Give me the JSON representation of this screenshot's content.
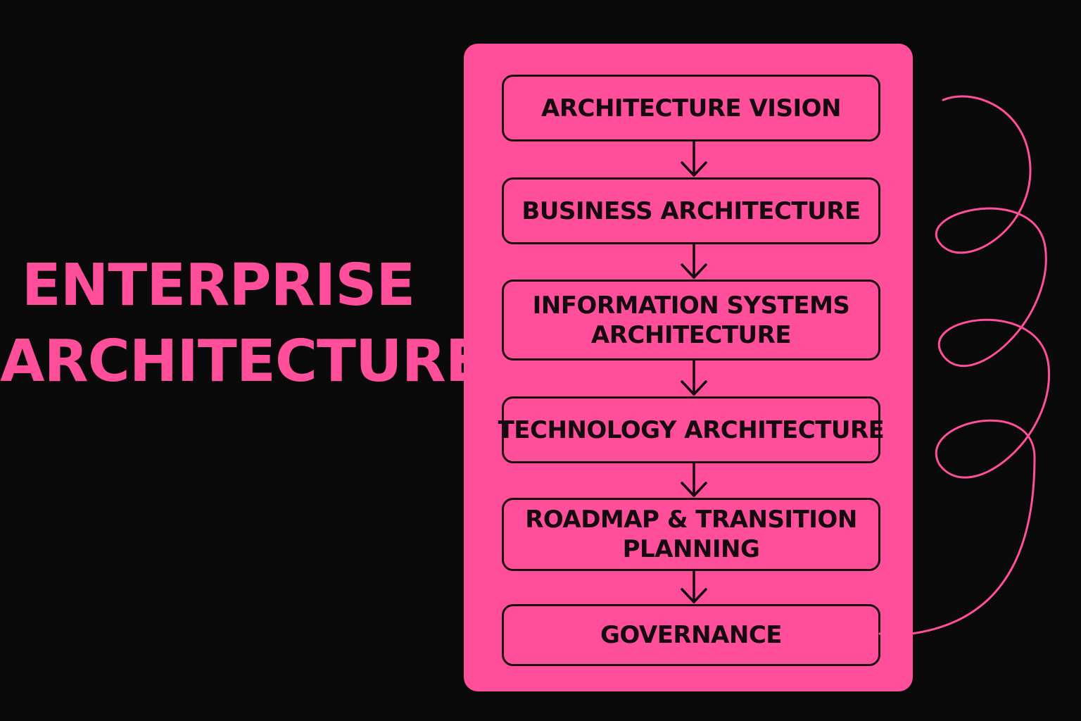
{
  "title": {
    "line1": "ENTERPRISE",
    "line2": "ARCHITECTURE"
  },
  "colors": {
    "background": "#0a0a0a",
    "accent": "#ff4f9a",
    "panel": "#ff4f9a",
    "ink": "#160a10"
  },
  "steps": [
    {
      "lines": [
        "ARCHITECTURE VISION"
      ]
    },
    {
      "lines": [
        "BUSINESS ARCHITECTURE"
      ]
    },
    {
      "lines": [
        "INFORMATION SYSTEMS",
        "ARCHITECTURE"
      ]
    },
    {
      "lines": [
        "TECHNOLOGY ARCHITECTURE"
      ]
    },
    {
      "lines": [
        "ROADMAP & TRANSITION",
        "PLANNING"
      ]
    },
    {
      "lines": [
        "GOVERNANCE"
      ]
    }
  ]
}
